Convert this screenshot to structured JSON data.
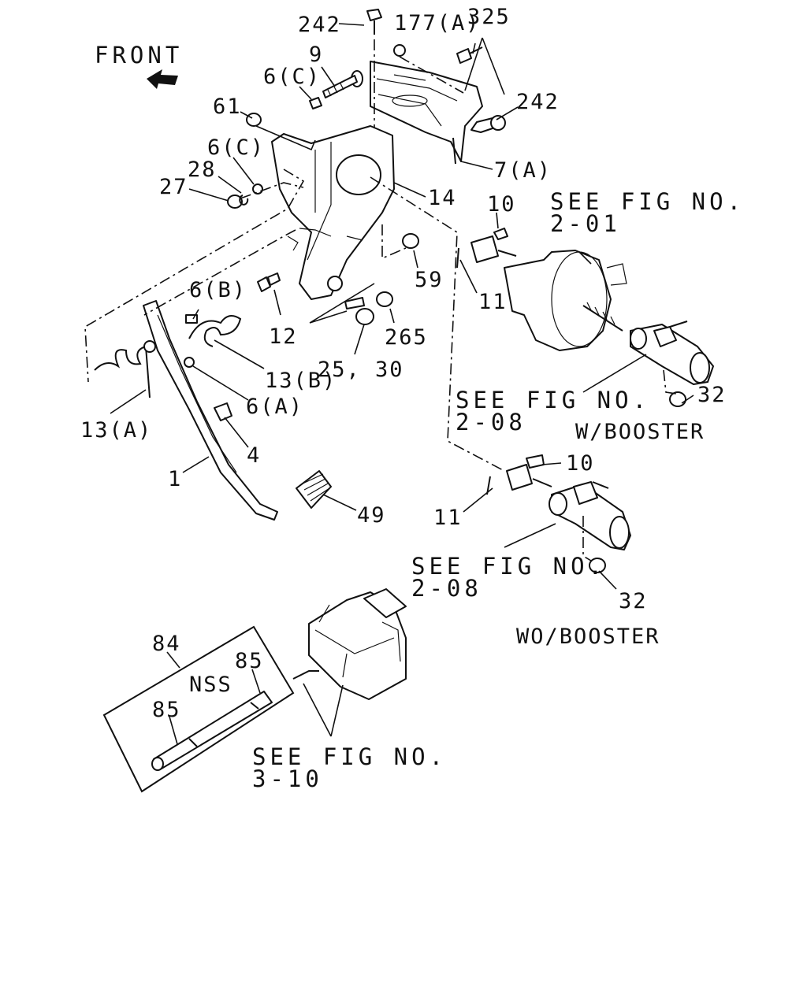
{
  "front_label": "FRONT",
  "labels": {
    "p242_top": "242",
    "p177a": "177(A)",
    "p325": "325",
    "p9": "9",
    "p6c_top": "6(C)",
    "p242_right": "242",
    "p61": "61",
    "p6c_mid": "6(C)",
    "p28": "28",
    "p27": "27",
    "p7a": "7(A)",
    "p14": "14",
    "p10_top": "10",
    "p59": "59",
    "p11_top": "11",
    "p12": "12",
    "p265": "265",
    "p6b": "6(B)",
    "p25_30": "25, 30",
    "p13b": "13(B)",
    "p6a": "6(A)",
    "p13a": "13(A)",
    "p4": "4",
    "p1": "1",
    "p49": "49",
    "p32_top": "32",
    "p10_bot": "10",
    "p11_bot": "11",
    "p32_bot": "32",
    "p84": "84",
    "p85_right": "85",
    "nss": "NSS",
    "p85_left": "85"
  },
  "references": {
    "fig_2_01_line1": "SEE FIG NO.",
    "fig_2_01_line2": "2-01",
    "fig_2_08a_line1": "SEE FIG NO.",
    "fig_2_08a_line2": "2-08",
    "fig_2_08b_line1": "SEE FIG NO.",
    "fig_2_08b_line2": "2-08",
    "fig_3_10_line1": "SEE FIG NO.",
    "fig_3_10_line2": "3-10"
  },
  "variants": {
    "with_booster": "W/BOOSTER",
    "without_booster": "WO/BOOSTER"
  }
}
